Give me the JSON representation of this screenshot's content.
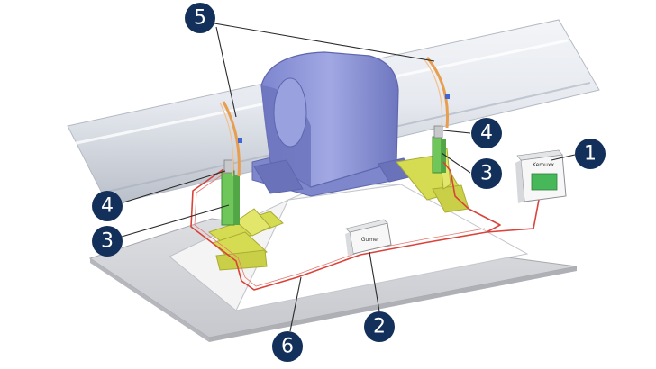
{
  "colors": {
    "callout_fill": "#12305a",
    "cable": "#d9433a",
    "rotor": "#e9ecf2",
    "bearing": "#8f97d8",
    "support": "#d8dd55",
    "sensor": "#6fc65a",
    "base_plate": "#d4d6da"
  },
  "callouts": [
    {
      "id": "1",
      "label": "1"
    },
    {
      "id": "2",
      "label": "2"
    },
    {
      "id": "3a",
      "label": "3"
    },
    {
      "id": "3b",
      "label": "3"
    },
    {
      "id": "4a",
      "label": "4"
    },
    {
      "id": "4b",
      "label": "4"
    },
    {
      "id": "5",
      "label": "5"
    },
    {
      "id": "6",
      "label": "6"
    }
  ],
  "device_labels": {
    "junction_box": "Gumer",
    "monitor_unit": "Kemuxx"
  }
}
